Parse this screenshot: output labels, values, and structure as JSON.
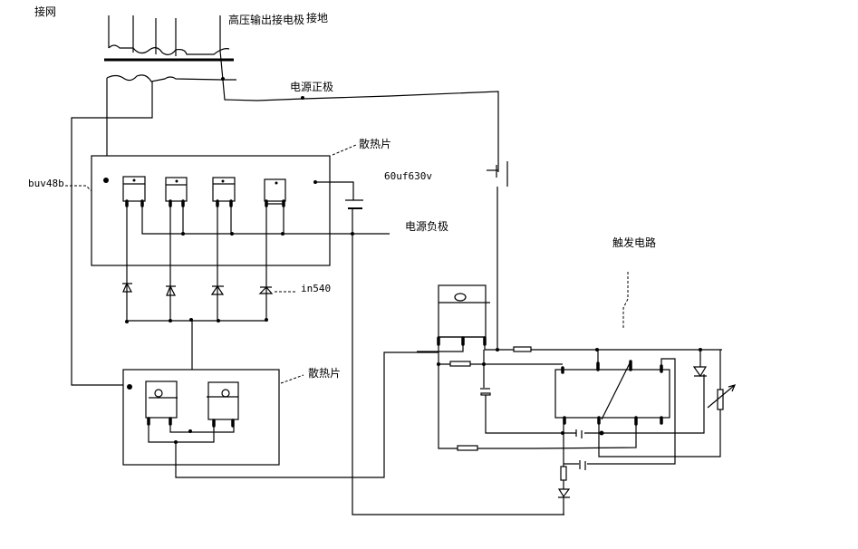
{
  "labels": {
    "grid": "接网",
    "hv_output": "高压输出接电极",
    "ground": "接地",
    "positive": "电源正极",
    "heatsink_top": "散热片",
    "capacitor": "60uf630v",
    "transistor": "buv48b",
    "negative": "电源负极",
    "diode": "in540",
    "heatsink_bottom": "散热片",
    "trigger": "触发电路"
  }
}
